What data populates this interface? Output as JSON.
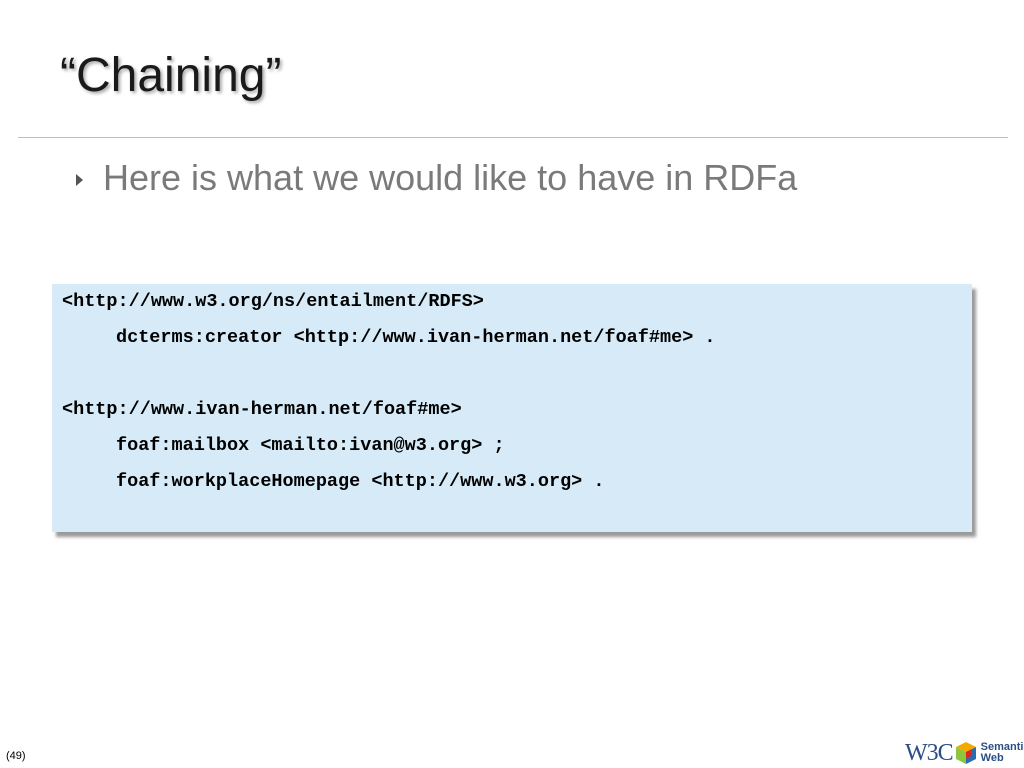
{
  "slide": {
    "title": "“Chaining”",
    "bullet": "Here is what we would like to have in RDFa",
    "page_number": "(49)"
  },
  "code": {
    "lines": [
      "<http://www.w3.org/ns/entailment/RDFS>",
      "dcterms:creator <http://www.ivan-herman.net/foaf#me> .",
      "",
      "<http://www.ivan-herman.net/foaf#me>",
      "foaf:mailbox <mailto:ivan@w3.org> ;",
      "foaf:workplaceHomepage <http://www.w3.org> ."
    ]
  },
  "logo": {
    "w3c": "W3C",
    "line1": "Semantic",
    "line2": "Web"
  },
  "colors": {
    "code_background": "#d6ebf7",
    "bullet_text": "#7a7a7a",
    "logo_blue": "#2b4e86"
  },
  "icons": {
    "bullet": "triangle-right-icon",
    "logo": "semantic-web-cube-icon"
  }
}
